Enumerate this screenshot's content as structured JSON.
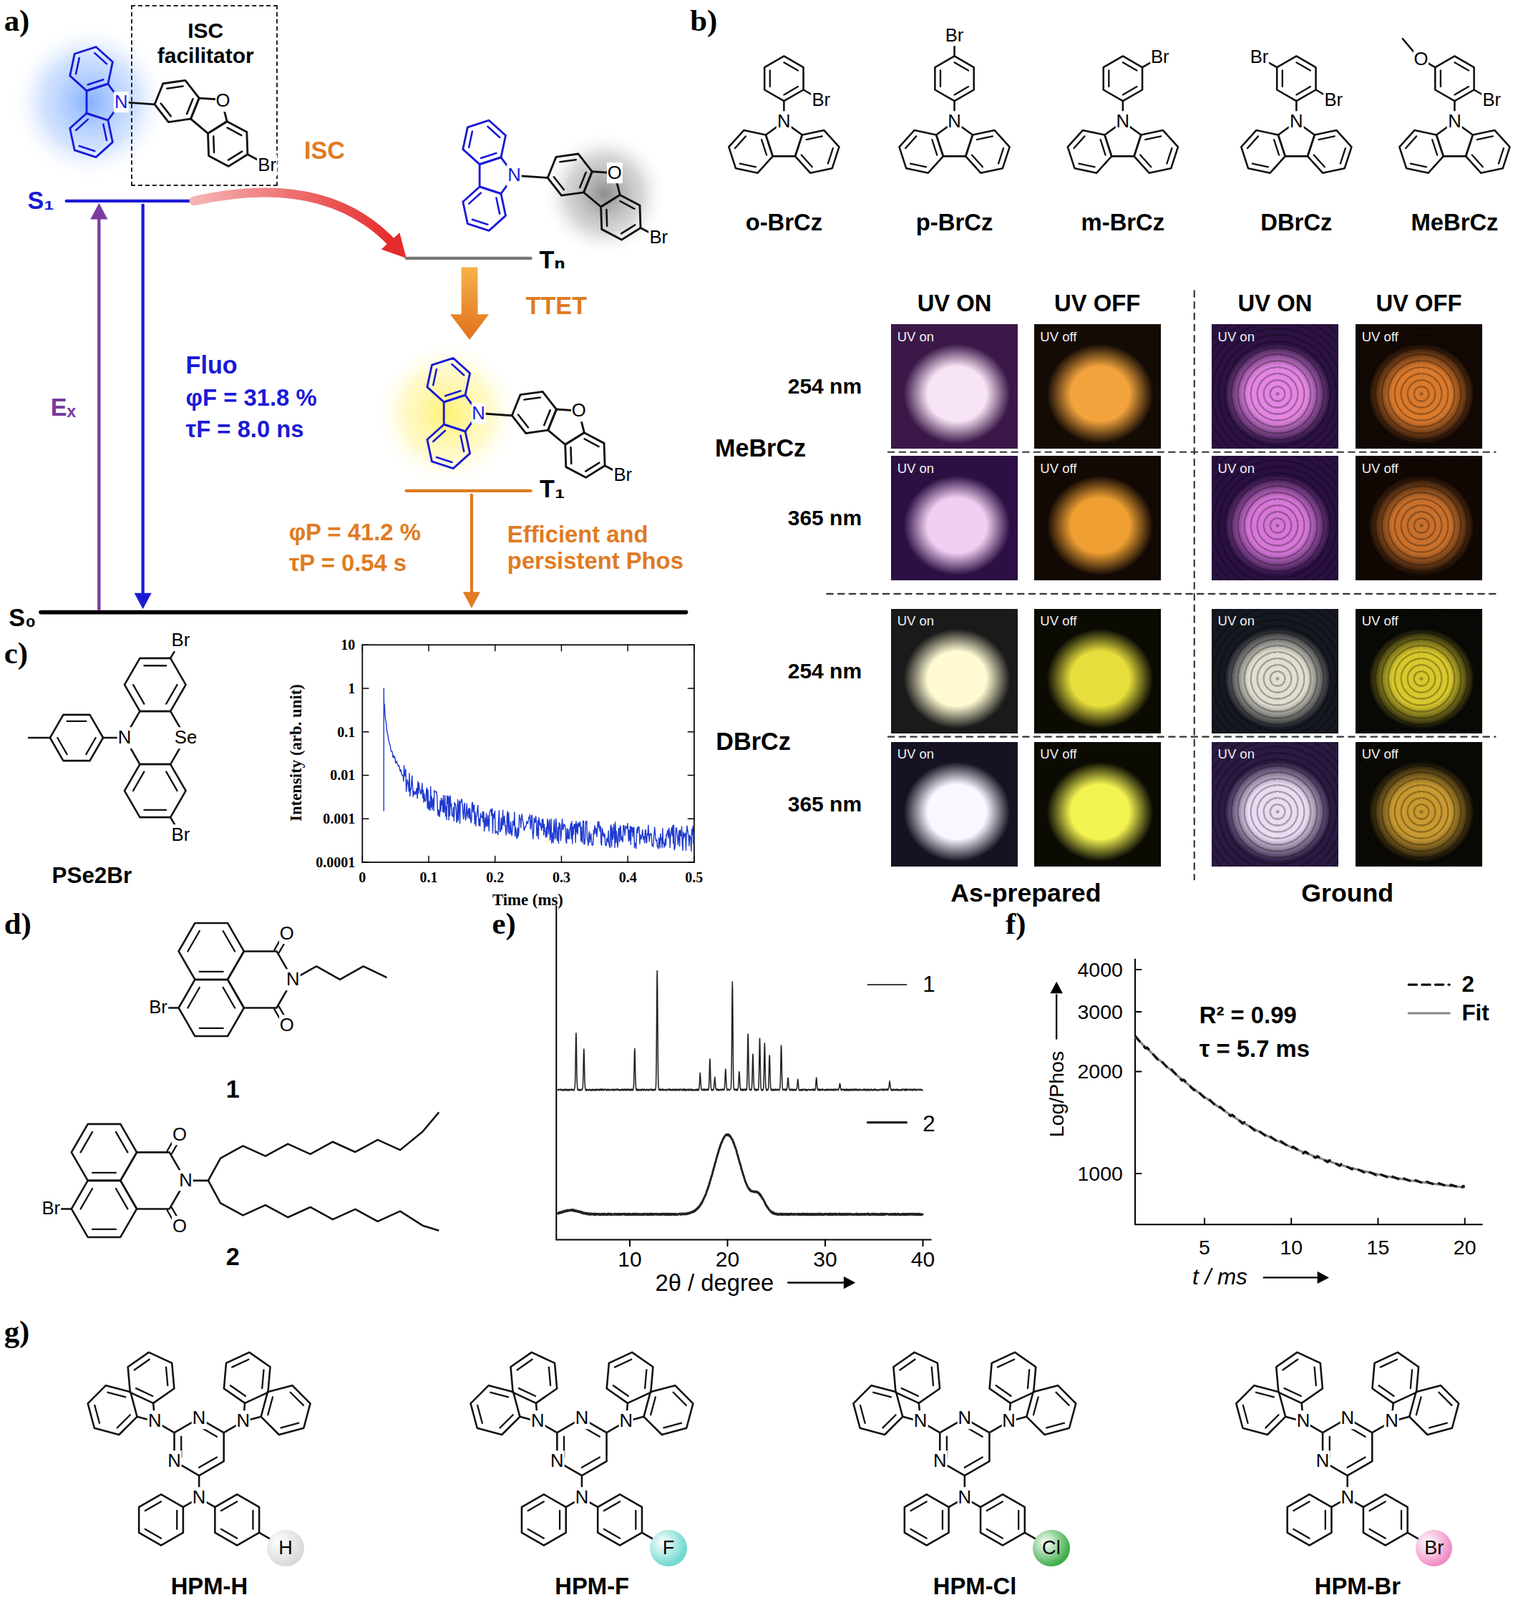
{
  "diagram": {
    "nodes": [
      {
        "text": [
          "ISC facilitator",
          "O",
          "Br"
        ]
      },
      {
        "text": [
          "UV on"
        ]
      },
      {
        "text": [
          "UV off"
        ]
      },
      {
        "text": [
          "UV on"
        ]
      },
      {
        "text": [
          "UV off"
        ]
      },
      {
        "text": [
          "UV on"
        ]
      },
      {
        "text": [
          "UV off"
        ]
      },
      {
        "text": [
          "UV on"
        ]
      },
      {
        "text": [
          "UV off"
        ]
      },
      {
        "text": [
          "UV on"
        ]
      },
      {
        "text": [
          "UV off"
        ]
      },
      {
        "text": [
          "UV on"
        ]
      },
      {
        "text": [
          "UV off"
        ]
      },
      {
        "text": [
          "UV on"
        ]
      },
      {
        "text": [
          "UV off"
        ]
      },
      {
        "text": [
          "UV on"
        ]
      },
      {
        "text": [
          "UV off"
        ]
      },
      {
        "text": [
          "H"
        ]
      },
      {
        "text": [
          "F"
        ]
      },
      {
        "text": [
          "Cl"
        ]
      },
      {
        "text": [
          "Br"
        ]
      }
    ],
    "labels": [
      "a)",
      "N",
      "S₁",
      "ISC",
      "N",
      "O",
      "Br",
      "Tₙ",
      "TTET",
      "N",
      "O",
      "Br",
      "T₁",
      "Eₓ",
      "Fluo",
      "φF = 31.8 %",
      "τF = 8.0 ns",
      "φP = 41.2 %",
      "τP = 0.54 s",
      "Efficient and persistent Phos",
      "S₀",
      "b)",
      "Br",
      "N",
      "o-BrCz",
      "Br",
      "N",
      "p-BrCz",
      "Br",
      "N",
      "m-BrCz",
      "Br",
      "Br",
      "N",
      "DBrCz",
      "O",
      "Br",
      "N",
      "MeBrCz",
      "UV ON",
      "UV OFF",
      "UV ON",
      "UV OFF",
      "254 nm",
      "MeBrCz",
      "365 nm",
      "254 nm",
      "DBrCz",
      "365 nm",
      "As-prepared",
      "Ground",
      "c)",
      "Br",
      "N",
      "Se",
      "Br",
      "PSe2Br",
      "10",
      "1",
      "0.1",
      "0.01",
      "0.001",
      "0.0001",
      "Intensity (arb. unit)",
      "0",
      "0.1",
      "0.2",
      "0.3",
      "0.4",
      "0.5",
      "Time (ms)",
      "d)",
      "O",
      "N",
      "Br",
      "O",
      "1",
      "O",
      "N",
      "Br",
      "O",
      "2",
      "e)",
      "10",
      "20",
      "30",
      "40",
      "2θ / degree",
      "f)",
      "4000",
      "3000",
      "2000",
      "1000",
      "Log/Phos",
      "R² = 0.99",
      "τ = 5.7 ms",
      "5",
      "10",
      "15",
      "20",
      "t / ms",
      "g)",
      "N",
      "N",
      "N",
      "N",
      "N",
      "HPM-H",
      "N",
      "N",
      "N",
      "N",
      "N",
      "HPM-F",
      "N",
      "N",
      "N",
      "N",
      "N",
      "HPM-Cl",
      "N",
      "N",
      "N",
      "N",
      "N",
      "HPM-Br"
    ],
    "legend": [
      {
        "text": "1"
      },
      {
        "text": "2"
      },
      {
        "text": "2"
      },
      {
        "text": "Fit"
      }
    ]
  }
}
